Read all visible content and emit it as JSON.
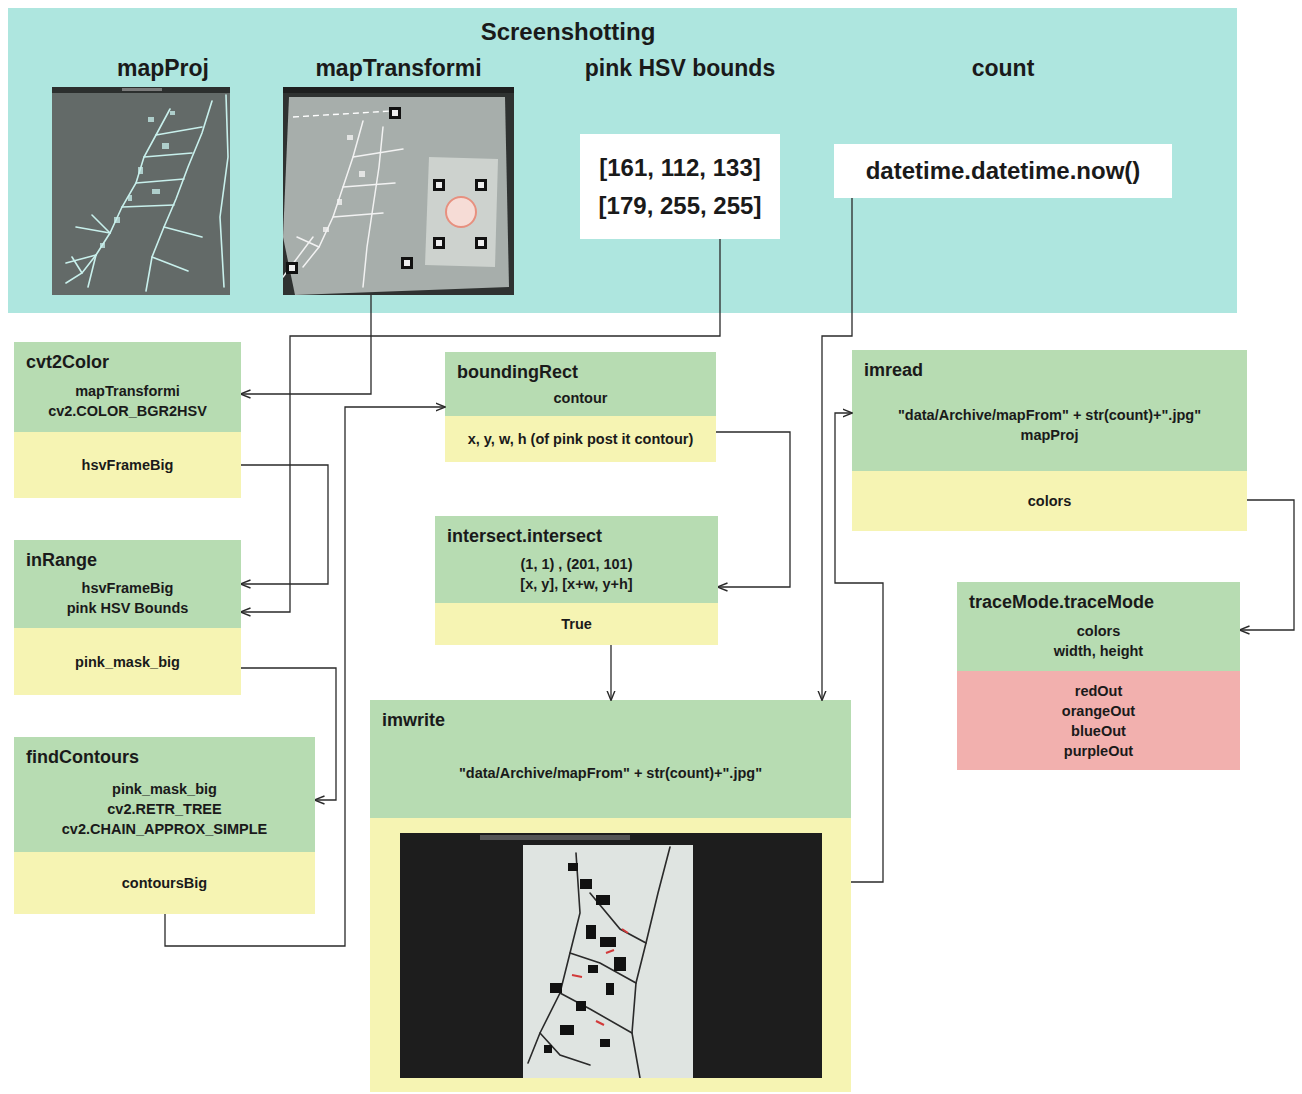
{
  "diagram": {
    "nodes": [
      {
        "text": [
          "Screenshotting"
        ]
      },
      {
        "text": [
          "mapProj"
        ],
        "in": 0
      },
      {
        "text": [
          "mapTransformi"
        ],
        "in": 0
      },
      {
        "text": [
          "pink HSV bounds",
          "[161, 112, 133]",
          "[179, 255, 255]"
        ],
        "in": 0
      },
      {
        "text": [
          "count",
          "datetime.datetime.now()"
        ],
        "in": 0
      },
      {
        "text": [
          "cvt2Color",
          "mapTransformi",
          "cv2.COLOR_BGR2HSV",
          "hsvFrameBig"
        ]
      },
      {
        "text": [
          "inRange",
          "hsvFrameBig",
          "pink HSV Bounds",
          "pink_mask_big"
        ]
      },
      {
        "text": [
          "findContours",
          "pink_mask_big",
          "cv2.RETR_TREE",
          "cv2.CHAIN_APPROX_SIMPLE",
          "contoursBig"
        ]
      },
      {
        "text": [
          "boundingRect",
          "contour",
          "x, y, w, h (of pink post it contour)"
        ]
      },
      {
        "text": [
          "intersect.intersect",
          "(1, 1) , (201, 101)",
          "[x, y], [x+w, y+h]",
          "True"
        ]
      },
      {
        "text": [
          "imwrite",
          "\"data/Archive/mapFrom\" + str(count)+\".jpg\""
        ]
      },
      {
        "text": [
          "imread",
          "\"data/Archive/mapFrom\" + str(count)+\".jpg\"",
          "mapProj",
          "colors"
        ]
      },
      {
        "text": [
          "traceMode.traceMode",
          "colors",
          "width, height",
          "redOut",
          "orangeOut",
          "blueOut",
          "purpleOut"
        ]
      }
    ],
    "edges": [
      {
        "from": 2,
        "to": 5,
        "arrow": "to"
      },
      {
        "from": 3,
        "to": 6,
        "arrow": "to"
      },
      {
        "from": 4,
        "to": 10,
        "arrow": "to"
      },
      {
        "from": 5,
        "to": 6,
        "arrow": "to"
      },
      {
        "from": 6,
        "to": 7,
        "arrow": "to"
      },
      {
        "from": 7,
        "to": 8,
        "arrow": "to"
      },
      {
        "from": 8,
        "to": 9,
        "arrow": "to"
      },
      {
        "from": 9,
        "to": 10,
        "arrow": "to"
      },
      {
        "from": 10,
        "to": 11,
        "arrow": "to"
      },
      {
        "from": 11,
        "to": 12,
        "arrow": "to"
      }
    ]
  }
}
